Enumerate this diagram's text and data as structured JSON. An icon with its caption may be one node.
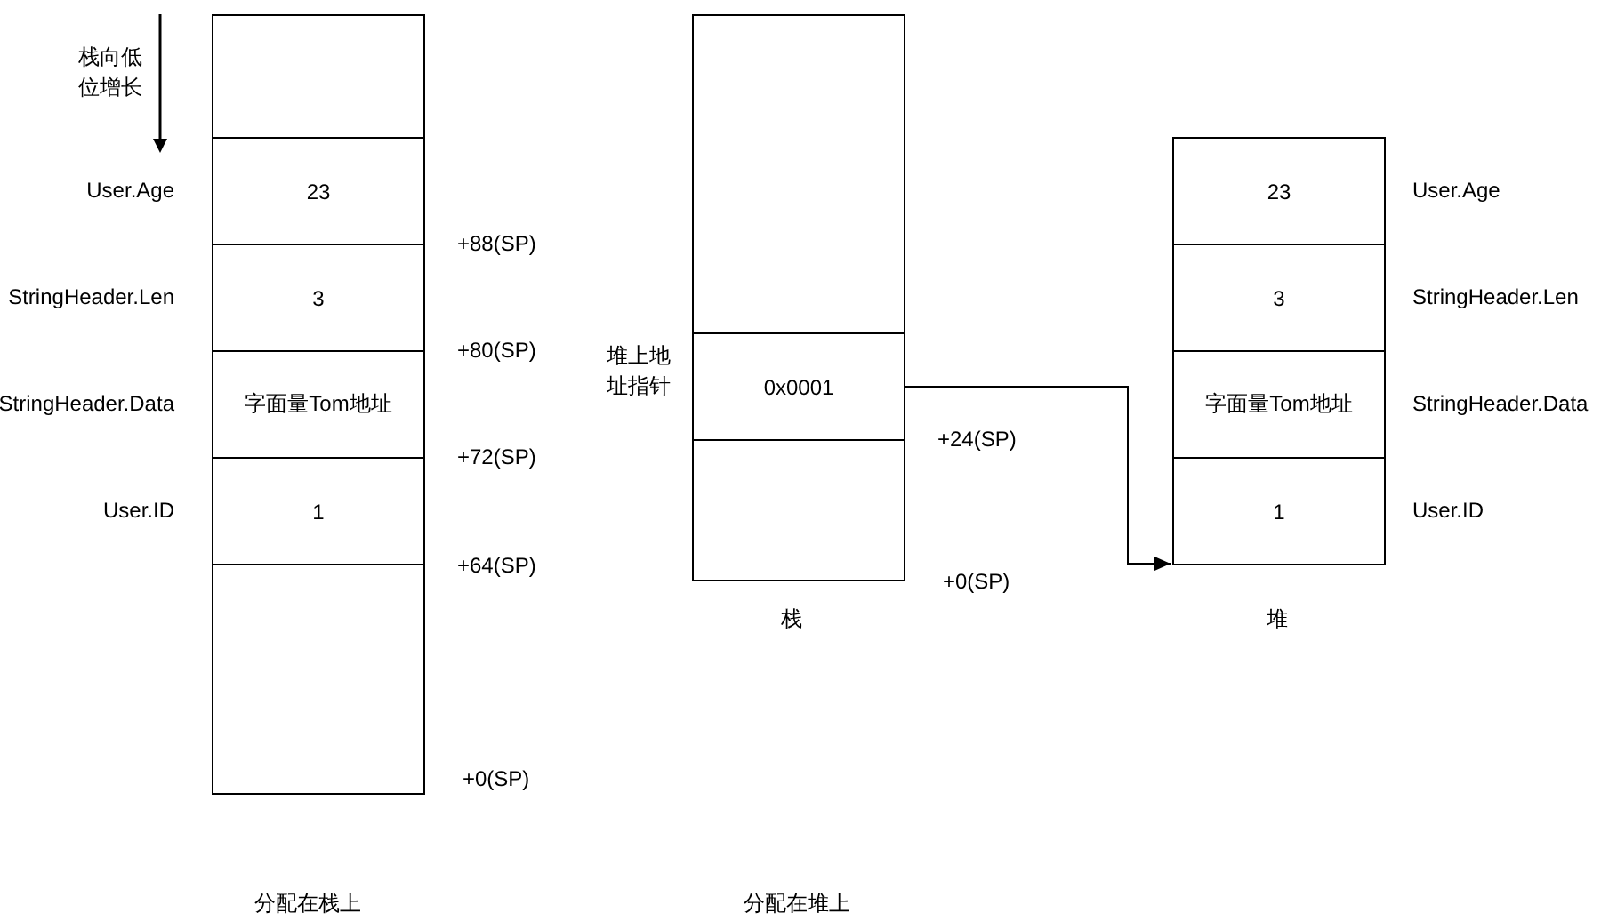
{
  "diagram": {
    "nodes": [
      {
        "text": [],
        "shape": "box"
      },
      {
        "text": [
          "23"
        ],
        "beside": [
          "User.Age"
        ]
      },
      {
        "text": [
          "3"
        ],
        "beside": [
          "StringHeader.Len"
        ]
      },
      {
        "text": [
          "字面量Tom地址"
        ],
        "beside": [
          "StringHeader.Data"
        ]
      },
      {
        "text": [
          "1"
        ],
        "beside": [
          "User.ID"
        ]
      },
      {
        "text": [],
        "shape": "box"
      },
      {
        "text": [],
        "shape": "box"
      },
      {
        "text": [
          "0x0001"
        ],
        "beside": [
          "堆上地址指针"
        ]
      },
      {
        "text": [],
        "shape": "box"
      },
      {
        "text": [
          "23"
        ],
        "beside": [
          "User.Age"
        ]
      },
      {
        "text": [
          "3"
        ],
        "beside": [
          "StringHeader.Len"
        ]
      },
      {
        "text": [
          "字面量Tom地址"
        ],
        "beside": [
          "StringHeader.Data"
        ]
      },
      {
        "text": [
          "1"
        ],
        "beside": [
          "User.ID"
        ]
      }
    ],
    "edges": [
      {
        "from": 7,
        "to": 12,
        "arrow": "to"
      }
    ],
    "labels": [
      "栈向低位增长",
      "+88(SP)",
      "+80(SP)",
      "+72(SP)",
      "+64(SP)",
      "+0(SP)",
      "+24(SP)",
      "+0(SP)",
      "栈",
      "堆",
      "分配在栈上",
      "分配在堆上"
    ]
  }
}
